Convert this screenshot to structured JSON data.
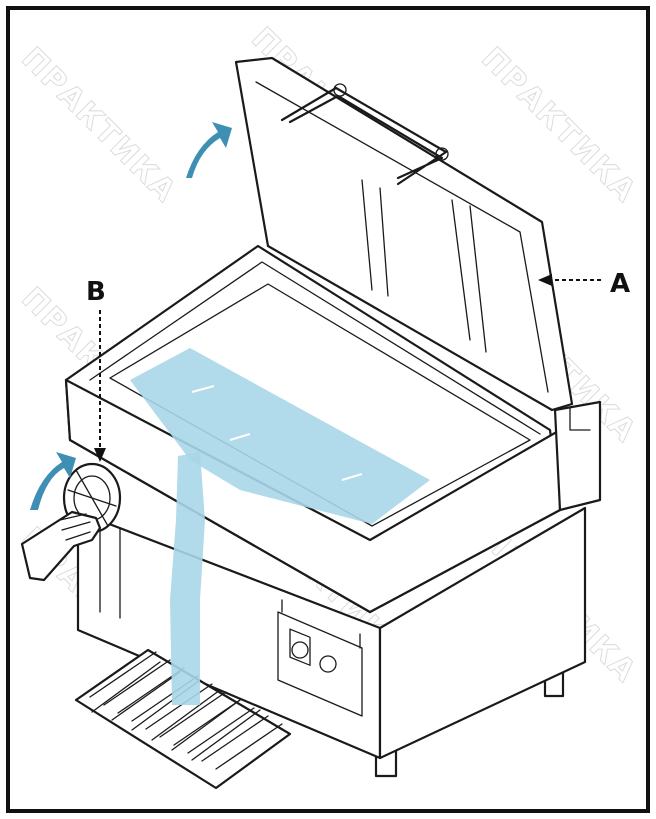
{
  "labels": {
    "a": "A",
    "b": "B"
  },
  "watermark": {
    "text": "ПРАКТИКА"
  },
  "colors": {
    "water": "#a9d6e8",
    "arrow": "#3f8fb5",
    "line": "#1a1a1a",
    "watermark": "#dcdcdc"
  }
}
